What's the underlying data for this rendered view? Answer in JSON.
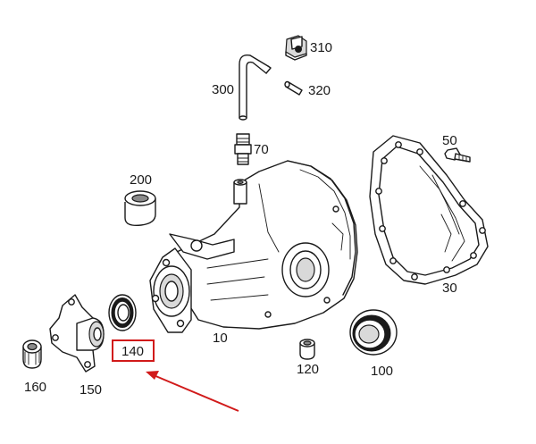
{
  "parts": [
    {
      "id": "p310",
      "label": "310"
    },
    {
      "id": "p300",
      "label": "300"
    },
    {
      "id": "p320",
      "label": "320"
    },
    {
      "id": "p70",
      "label": "70"
    },
    {
      "id": "p50",
      "label": "50"
    },
    {
      "id": "p200",
      "label": "200"
    },
    {
      "id": "p30",
      "label": "30"
    },
    {
      "id": "p10",
      "label": "10"
    },
    {
      "id": "p140",
      "label": "140"
    },
    {
      "id": "p160",
      "label": "160"
    },
    {
      "id": "p150",
      "label": "150"
    },
    {
      "id": "p120",
      "label": "120"
    },
    {
      "id": "p100",
      "label": "100"
    }
  ],
  "highlight": {
    "part": "140",
    "color": "#d11a1a"
  }
}
